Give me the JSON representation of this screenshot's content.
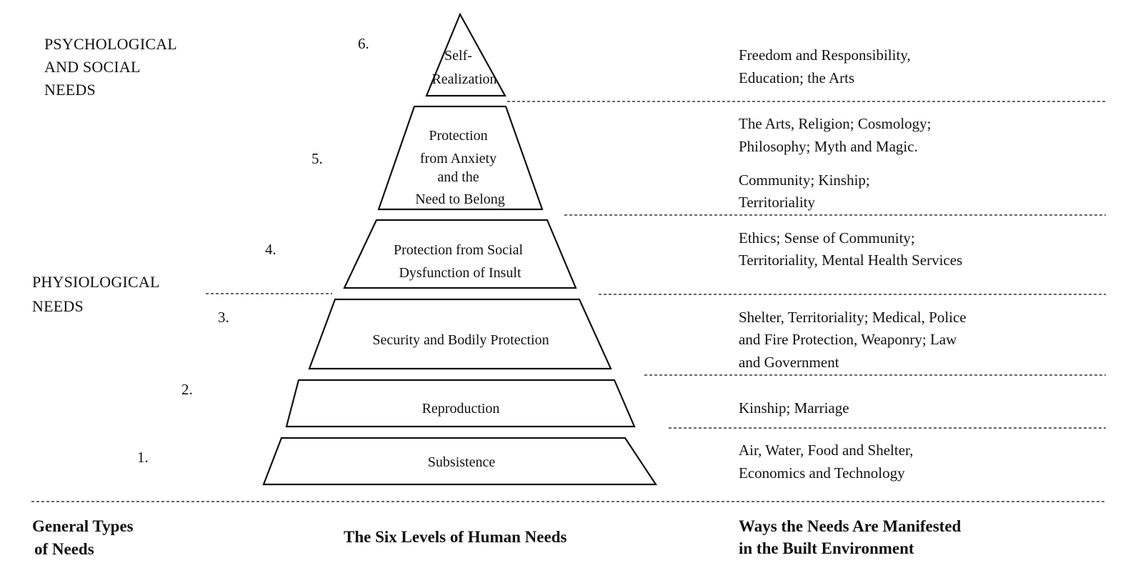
{
  "categories": {
    "psychological": [
      "PSYCHOLOGICAL",
      "AND SOCIAL",
      "NEEDS"
    ],
    "physiological": [
      "PHYSIOLOGICAL",
      "NEEDS"
    ]
  },
  "levels": [
    {
      "number": "1.",
      "label": [
        "Subsistence"
      ],
      "ways": [
        "Air, Water, Food and Shelter,",
        "Economics and Technology"
      ]
    },
    {
      "number": "2.",
      "label": [
        "Reproduction"
      ],
      "ways": [
        "Kinship; Marriage"
      ]
    },
    {
      "number": "3.",
      "label": [
        "Security and Bodily Protection"
      ],
      "ways": [
        "Shelter, Territoriality; Medical, Police",
        "and Fire Protection, Weaponry; Law",
        "and Government"
      ]
    },
    {
      "number": "4.",
      "label": [
        "Protection from Social",
        "Dysfunction of Insult"
      ],
      "ways": [
        "Ethics; Sense of Community;",
        "Territoriality, Mental Health Services"
      ]
    },
    {
      "number": "5.",
      "label": [
        "Protection",
        "from Anxiety",
        "and the",
        "Need to Belong"
      ],
      "ways": [
        "The Arts, Religion; Cosmology;",
        "Philosophy; Myth and Magic.",
        "Community; Kinship;",
        "Territoriality"
      ]
    },
    {
      "number": "6.",
      "label": [
        "Self-",
        "Realization"
      ],
      "ways": [
        "Freedom and Responsibility,",
        "Education; the Arts"
      ]
    }
  ],
  "footer": {
    "types": [
      "General Types",
      "of Needs"
    ],
    "levels": [
      "The Six Levels of Human Needs"
    ],
    "ways": [
      "Ways the Needs Are Manifested",
      "in the Built Environment"
    ]
  }
}
